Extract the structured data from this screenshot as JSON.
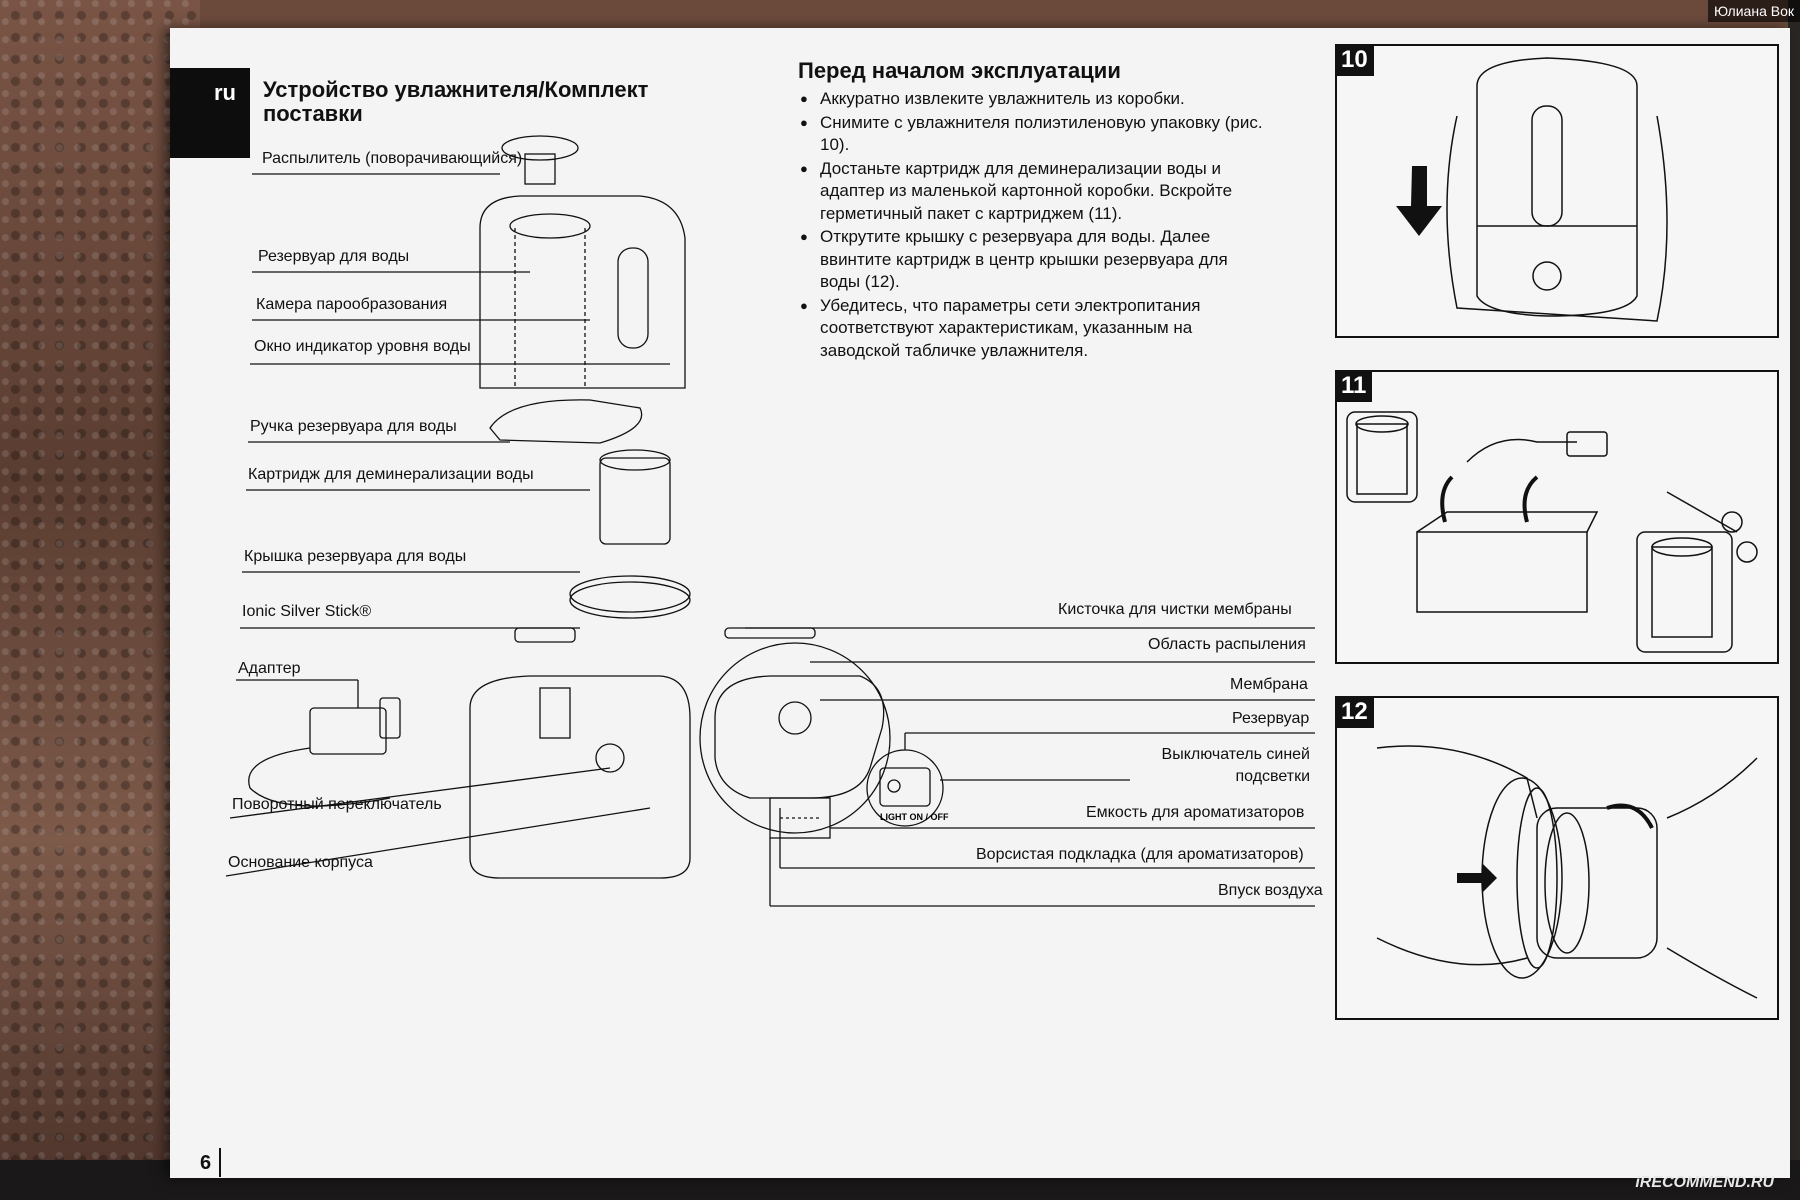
{
  "corner_tag": "Юлиана Вок",
  "watermark": "iRECOMMEND.RU",
  "lang_tab": "ru",
  "left_heading": "Устройство увлажнителя/Комплект поставки",
  "right_heading": "Перед началом эксплуатации",
  "instructions": [
    "Аккуратно извлеките увлажнитель из коробки.",
    "Снимите с увлажнителя полиэтиленовую упаковку (рис. 10).",
    "Достаньте картридж для деминерализации воды и адаптер из маленькой картонной коробки. Вскройте герметичный пакет с картриджем (11).",
    "Открутите крышку с резервуара для воды. Далее ввинтите картридж в центр крышки резервуара для воды (12).",
    "Убедитесь, что параметры сети электропитания соответствуют характеристикам, указанным на заводской табличке увлажнителя."
  ],
  "parts_left": {
    "sprayer": "Распылитель (поворачивающийся)",
    "tank": "Резервуар для воды",
    "chamber": "Камера парообразования",
    "window": "Окно индикатор уровня воды",
    "handle": "Ручка резервуара для воды",
    "cartridge": "Картридж для деминерализации воды",
    "lid": "Крышка резервуара для воды",
    "ionic": "Ionic Silver Stick®",
    "adapter": "Адаптер",
    "knob": "Поворотный переключатель",
    "base": "Основание корпуса"
  },
  "parts_right": {
    "brush": "Кисточка для чистки мембраны",
    "spray_area": "Область распыления",
    "membrane": "Мембрана",
    "reservoir": "Резервуар",
    "switch": "Выключатель синей подсветки",
    "aroma": "Емкость для ароматизаторов",
    "pad": "Ворсистая подкладка (для ароматизаторов)",
    "air_inlet": "Впуск воздуха"
  },
  "switch_label": "LIGHT\nON / OFF",
  "figures": [
    "10",
    "11",
    "12"
  ],
  "page_number": "6"
}
